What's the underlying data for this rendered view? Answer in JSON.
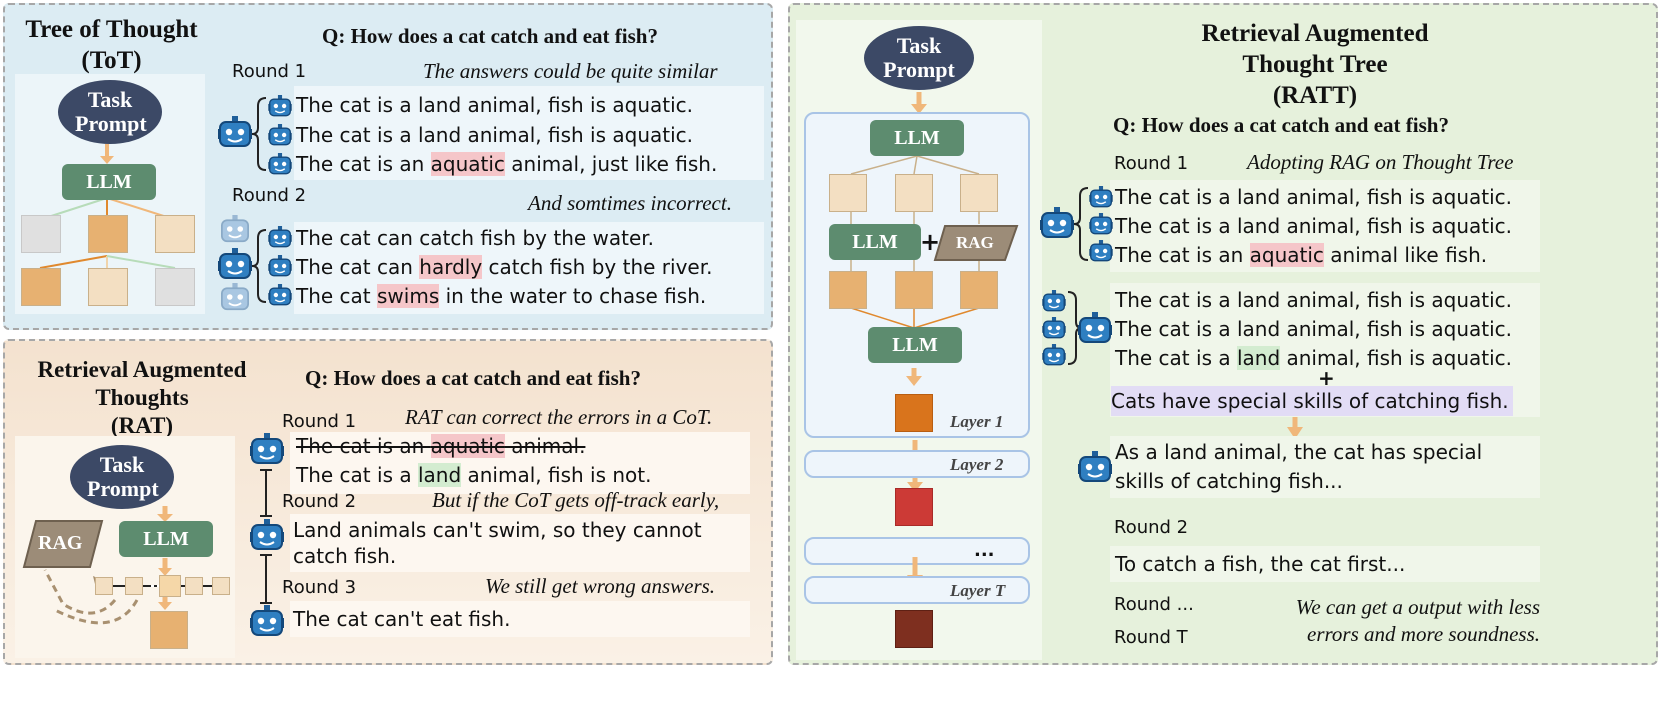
{
  "tot": {
    "title_line1": "Tree of Thought",
    "title_line2": "(ToT)",
    "task_prompt": "Task Prompt",
    "llm": "LLM",
    "question": "Q: How does a cat catch and eat fish?",
    "round1": "Round 1",
    "note1": "The answers could be quite similar",
    "r1_a1": "The cat is a land animal, fish is aquatic.",
    "r1_a2": "The cat is a land animal, fish is aquatic.",
    "r1_a3_pre": "The cat is an ",
    "r1_a3_hl": "aquatic",
    "r1_a3_post": " animal, just like fish.",
    "round2": "Round 2",
    "note2": "And somtimes incorrect.",
    "r2_a1": "The cat can catch fish by the water.",
    "r2_a2_pre": "The cat can ",
    "r2_a2_hl": "hardly",
    "r2_a2_post": " catch fish by the river.",
    "r2_a3_pre": "The cat ",
    "r2_a3_hl": "swims",
    "r2_a3_post": " in the water to chase fish."
  },
  "rat": {
    "title_line1": "Retrieval Augmented",
    "title_line2": "Thoughts",
    "title_line3": "(RAT)",
    "task_prompt": "Task Prompt",
    "rag": "RAG",
    "llm": "LLM",
    "question": "Q: How does a cat catch and eat fish?",
    "round1": "Round 1",
    "note1": "RAT can correct the errors in a CoT.",
    "r1_strike_pre": "The cat is an ",
    "r1_strike_hl": "aquatic",
    "r1_strike_post": " animal.",
    "r1_fix_pre": "The cat is a ",
    "r1_fix_hl": "land",
    "r1_fix_post": " animal, fish is not.",
    "round2": "Round 2",
    "note2": "But if the CoT gets off-track early,",
    "r2_l1": "Land animals can't swim, so they cannot",
    "r2_l2": "catch fish.",
    "round3": "Round 3",
    "note3": "We still get wrong answers.",
    "r3": "The cat can't eat fish."
  },
  "ratt": {
    "title_line1": "Retrieval Augmented",
    "title_line2": "Thought Tree",
    "title_line3": "(RATT)",
    "task_prompt": "Task Prompt",
    "llm": "LLM",
    "rag": "RAG",
    "plus": "+",
    "layer1": "Layer 1",
    "layer2": "Layer 2",
    "ellipsis": "...",
    "layerT": "Layer T",
    "question": "Q: How does a cat catch and eat fish?",
    "round1": "Round 1",
    "note1": "Adopting RAG on Thought Tree",
    "a1": "The cat is a land animal, fish is aquatic.",
    "a2": "The cat is a land animal, fish is aquatic.",
    "a3_pre": "The cat is an ",
    "a3_hl": "aquatic",
    "a3_post": " animal like fish.",
    "b1": "The cat is a land animal, fish is aquatic.",
    "b2": "The cat is a land animal, fish is aquatic.",
    "b3_pre": "The cat is a ",
    "b3_hl": "land",
    "b3_post": " animal, fish is aquatic.",
    "plus2": "+",
    "rag_fact": "Cats have special skills of catching fish.",
    "c1": "As a land animal, the cat has special",
    "c2": "skills of catching fish...",
    "round2": "Round 2",
    "r2": "To catch a fish, the cat first...",
    "round_dots": "Round ...",
    "roundT": "Round T",
    "note_end1": "We can get a output with less",
    "note_end2": "errors and more soundness."
  },
  "colors": {
    "tot_bg": "#dcecf3",
    "rat_bg": "#f7e8d8",
    "ratt_bg": "#e6f1dc",
    "task_prompt": "#3c4966",
    "llm": "#5d8c6f",
    "rag": "#9c8c78",
    "robot": "#2f7fc1",
    "highlight_red": "#f5c6c9",
    "highlight_green": "#d3ecd0",
    "highlight_purple": "#e2dcf5",
    "layer1": "#d9741c",
    "layer2": "#cc3a36",
    "layerT": "#7e2f1f"
  }
}
